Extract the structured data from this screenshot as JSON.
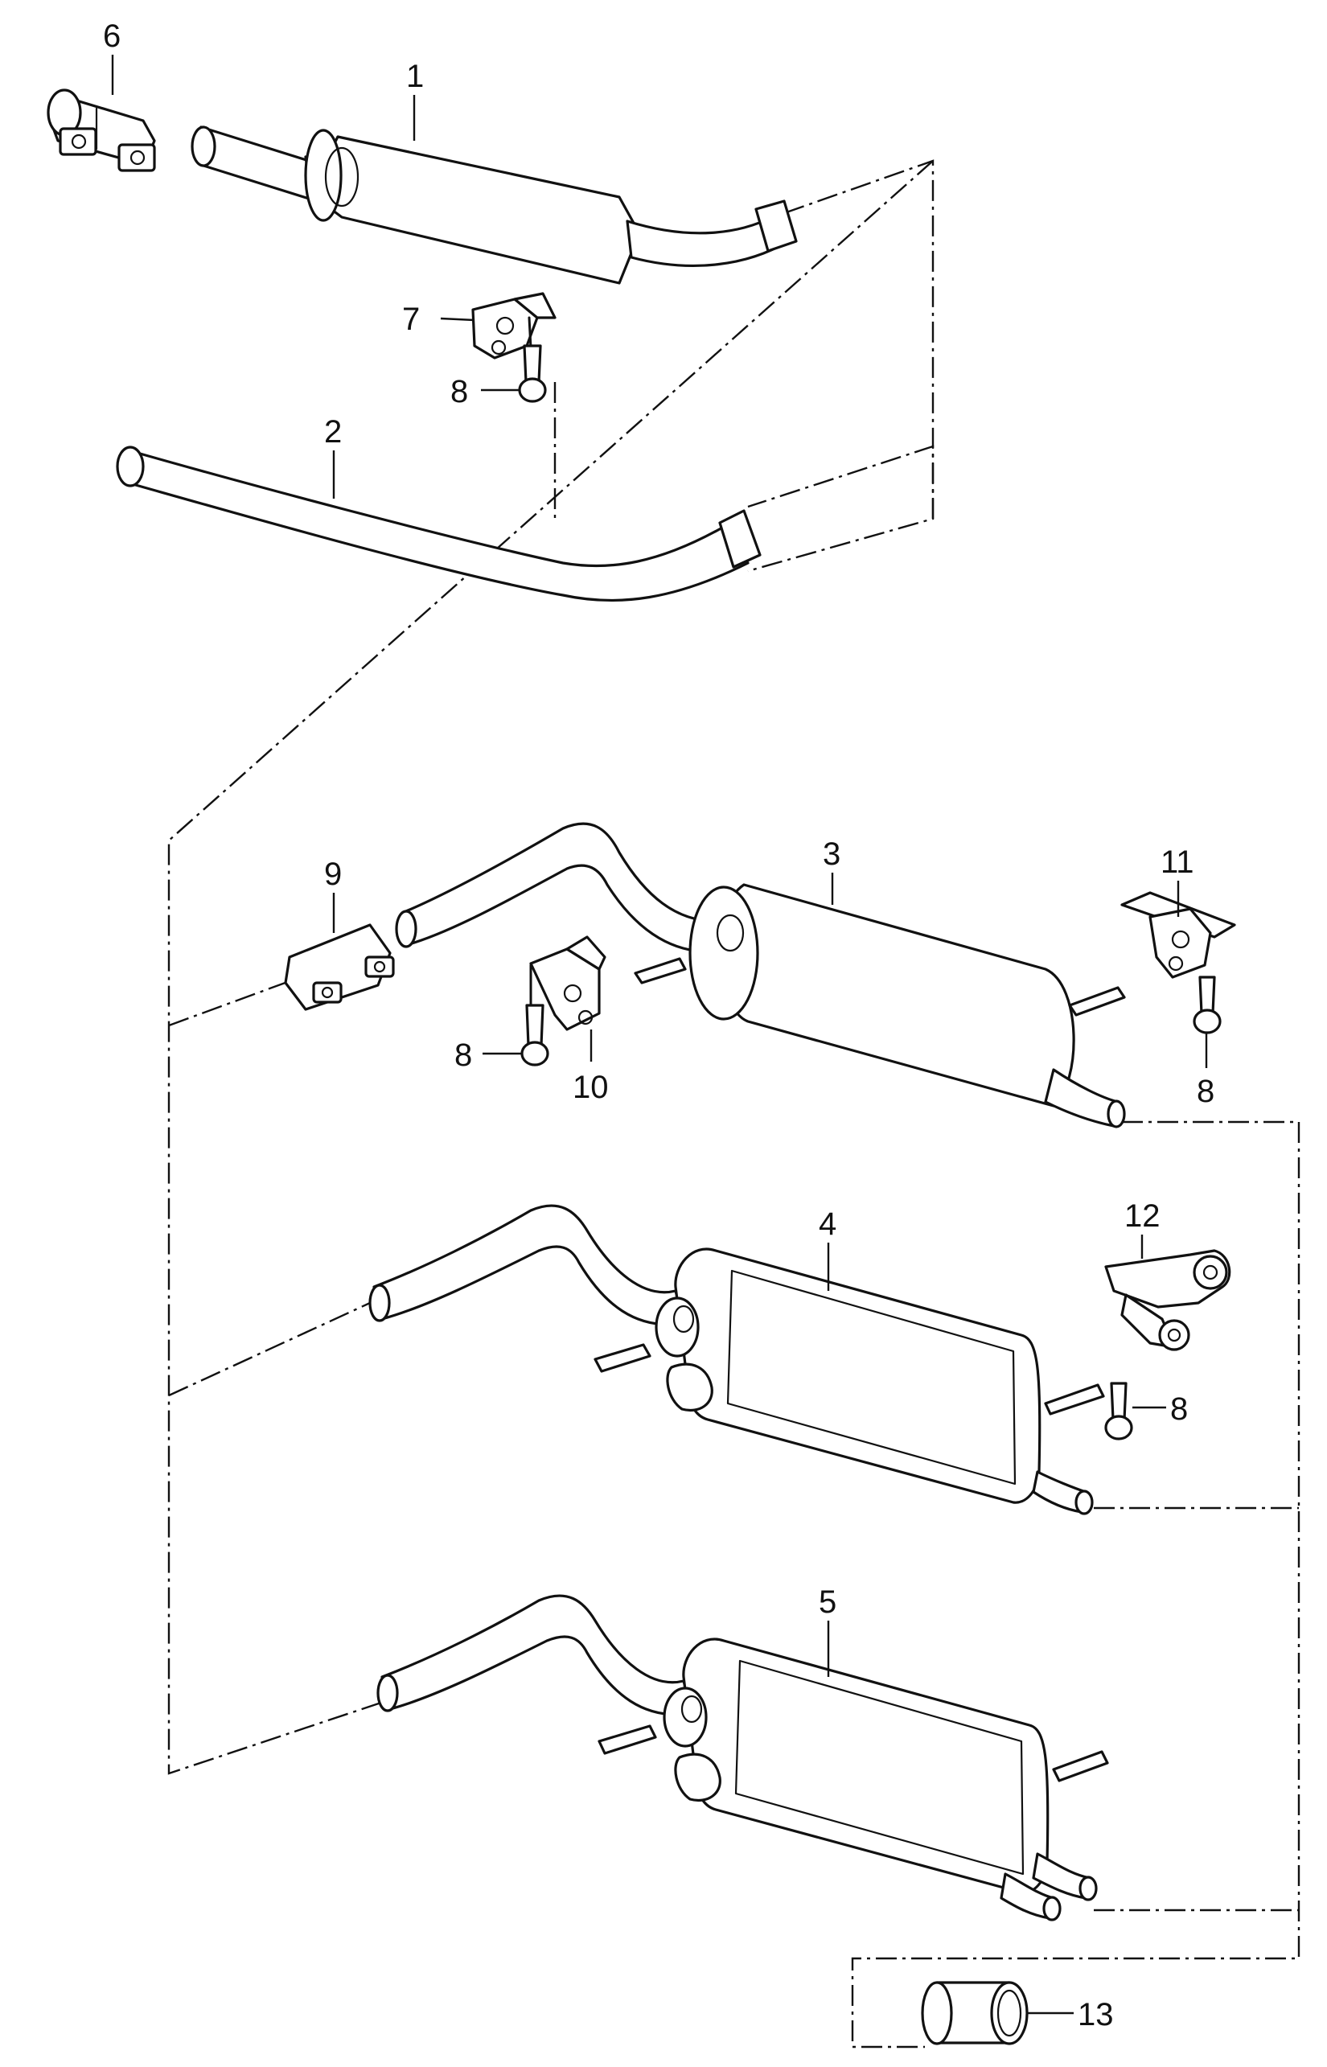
{
  "callouts": {
    "c1": "1",
    "c2": "2",
    "c3": "3",
    "c4": "4",
    "c5": "5",
    "c6": "6",
    "c7": "7",
    "c8a": "8",
    "c8b": "8",
    "c8c": "8",
    "c8d": "8",
    "c9": "9",
    "c10": "10",
    "c11": "11",
    "c12": "12",
    "c13": "13"
  },
  "colors": {
    "line": "#111111",
    "background": "#ffffff"
  }
}
